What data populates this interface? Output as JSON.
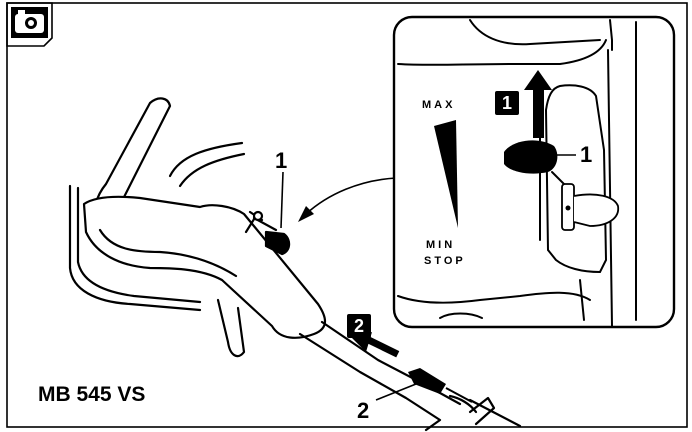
{
  "labels": {
    "part_number_left": "1",
    "part_number_inset": "1",
    "part_number_bottom": "2",
    "step_1": "1",
    "step_2": "2",
    "scale_max": "MAX",
    "scale_min": "MIN",
    "scale_stop": "STOP",
    "model": "MB 545 VS"
  },
  "icons": {
    "corner": "camera-icon"
  },
  "colors": {
    "ink": "#000000",
    "paper": "#ffffff"
  }
}
